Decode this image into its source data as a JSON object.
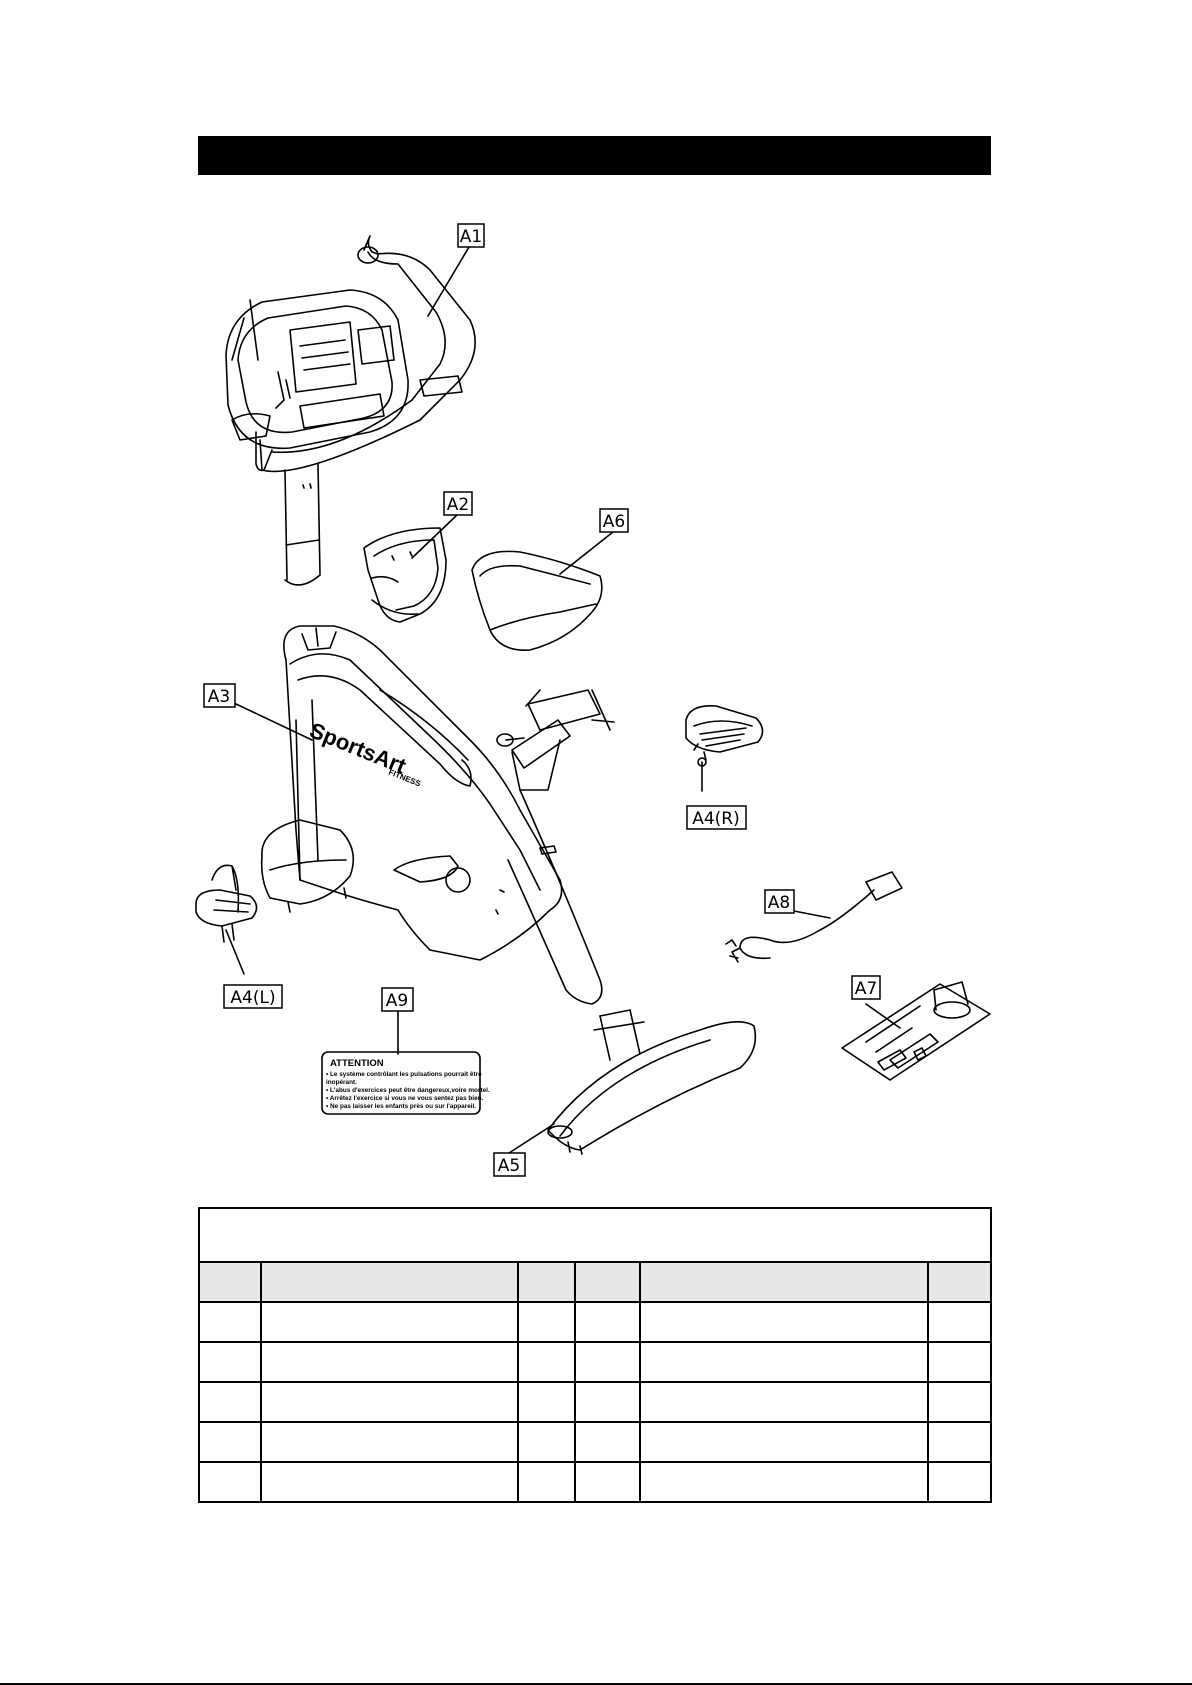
{
  "diagram": {
    "callouts": {
      "a1": "A1",
      "a2": "A2",
      "a3": "A3",
      "a4r": "A4(R)",
      "a4l": "A4(L)",
      "a5": "A5",
      "a6": "A6",
      "a7": "A7",
      "a8": "A8",
      "a9": "A9"
    },
    "frame_brand": "SportsArt",
    "frame_subbrand": "FITNESS",
    "warning_label": {
      "title": "ATTENTION",
      "lines": [
        "• Le système contrôlant les pulsations pourrait être",
        "  inopérant.",
        "• L'abus d'exercices peut être dangereux,voire mortel.",
        "• Arrêtez l'exercice si vous ne vous sentez pas bien.",
        "• Ne pas laisser les enfants près ou sur l'appareil."
      ]
    }
  },
  "table": {
    "columns": 6,
    "body_rows": 5
  }
}
